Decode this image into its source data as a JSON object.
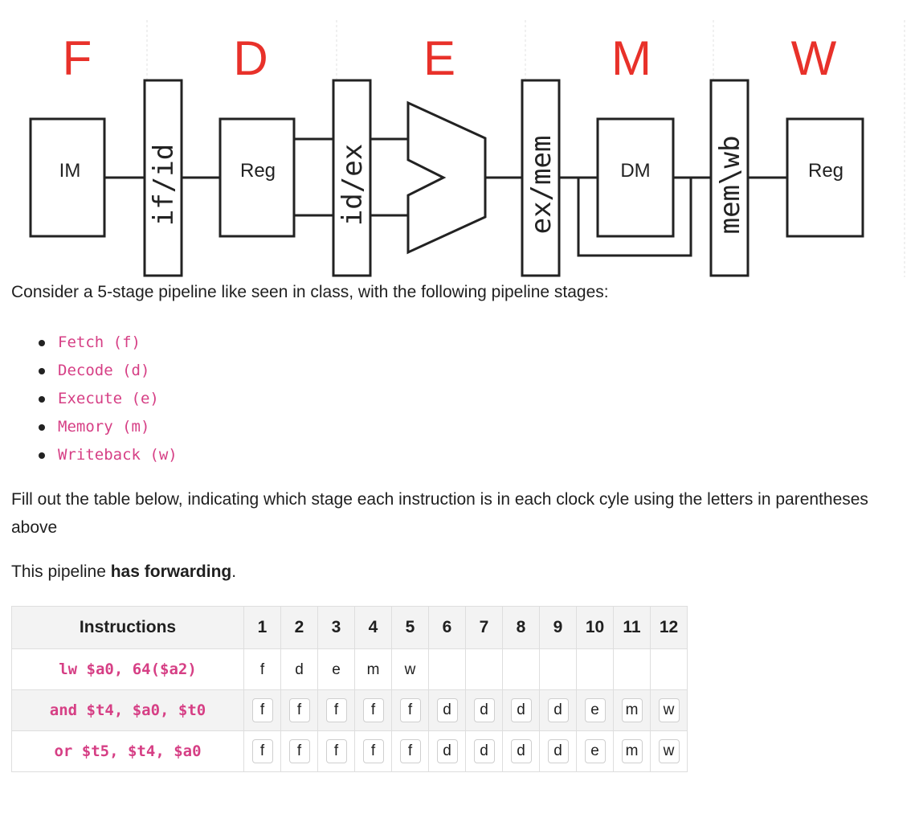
{
  "diagram": {
    "stage_letters": [
      "F",
      "D",
      "E",
      "M",
      "W"
    ],
    "boxes": [
      "IM",
      "Reg",
      "DM",
      "Reg"
    ],
    "registers": [
      "if/id",
      "id/ex",
      "ex/mem",
      "mem\\wb"
    ],
    "colors": {
      "stage_letter": "#e8312a",
      "stroke": "#222222"
    }
  },
  "intro_text": "Consider a 5-stage pipeline like seen in class, with the following pipeline stages:",
  "stages": [
    "Fetch (f)",
    "Decode (d)",
    "Execute (e)",
    "Memory (m)",
    "Writeback (w)"
  ],
  "instructions_text": "Fill out the table below, indicating which stage each instruction is in each clock cyle using the letters in parentheses above",
  "forwarding": {
    "prefix": "This pipeline ",
    "bold": "has forwarding",
    "suffix": "."
  },
  "table": {
    "header": "Instructions",
    "cycles": [
      "1",
      "2",
      "3",
      "4",
      "5",
      "6",
      "7",
      "8",
      "9",
      "10",
      "11",
      "12"
    ],
    "rows": [
      {
        "instruction": "lw $a0, 64($a2)",
        "style": "plain",
        "cells": [
          "f",
          "d",
          "e",
          "m",
          "w",
          "",
          "",
          "",
          "",
          "",
          "",
          ""
        ]
      },
      {
        "instruction": "and $t4, $a0, $t0",
        "style": "box",
        "cells": [
          "f",
          "f",
          "f",
          "f",
          "f",
          "d",
          "d",
          "d",
          "d",
          "e",
          "m",
          "w"
        ]
      },
      {
        "instruction": "or $t5, $t4, $a0",
        "style": "box",
        "cells": [
          "f",
          "f",
          "f",
          "f",
          "f",
          "d",
          "d",
          "d",
          "d",
          "e",
          "m",
          "w"
        ]
      }
    ]
  }
}
